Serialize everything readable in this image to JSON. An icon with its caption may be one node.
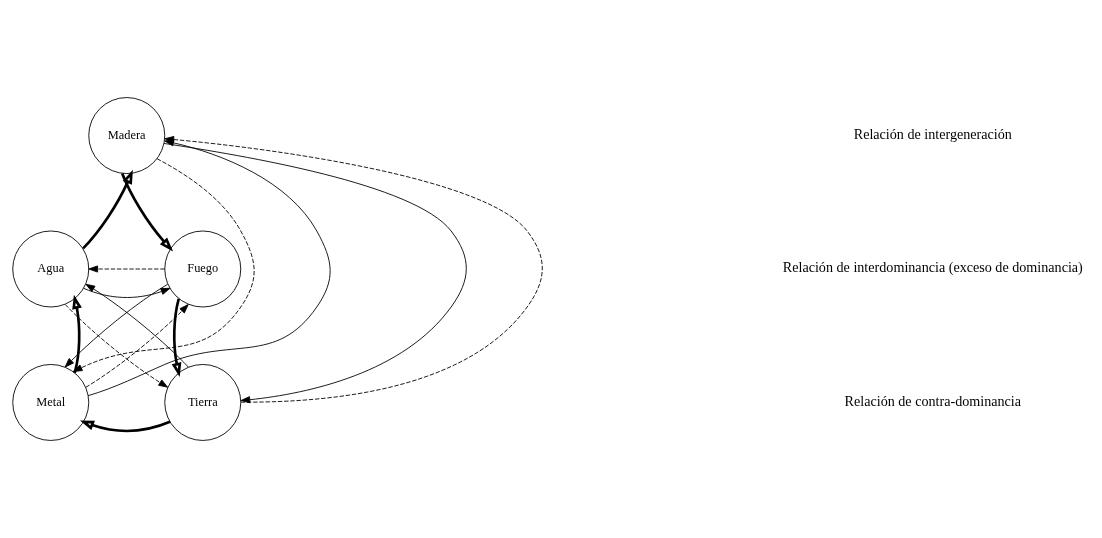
{
  "diagram": {
    "nodes": [
      {
        "text": [
          "Madera"
        ]
      },
      {
        "text": [
          "Agua"
        ]
      },
      {
        "text": [
          "Fuego"
        ]
      },
      {
        "text": [
          "Metal"
        ]
      },
      {
        "text": [
          "Tierra"
        ]
      }
    ],
    "edges": [
      {
        "from": 1,
        "to": 0,
        "arrow": "to",
        "style": "thick"
      },
      {
        "from": 0,
        "to": 2,
        "arrow": "to",
        "style": "thick"
      },
      {
        "from": 2,
        "to": 4,
        "arrow": "to",
        "style": "thick"
      },
      {
        "from": 4,
        "to": 3,
        "arrow": "to",
        "style": "thick"
      },
      {
        "from": 3,
        "to": 1,
        "arrow": "to",
        "style": "thick"
      },
      {
        "from": 1,
        "to": 2,
        "arrow": "to"
      },
      {
        "from": 3,
        "to": 0,
        "arrow": "to"
      },
      {
        "from": 0,
        "to": 4,
        "arrow": "to"
      },
      {
        "from": 2,
        "to": 3,
        "arrow": "to"
      },
      {
        "from": 4,
        "to": 1,
        "arrow": "to"
      },
      {
        "from": 2,
        "to": 1,
        "arrow": "to",
        "style": "dashed"
      },
      {
        "from": 4,
        "to": 0,
        "arrow": "to",
        "style": "dashed"
      },
      {
        "from": 0,
        "to": 3,
        "arrow": "to",
        "style": "dashed"
      },
      {
        "from": 3,
        "to": 2,
        "arrow": "to",
        "style": "dashed"
      },
      {
        "from": 1,
        "to": 4,
        "arrow": "to",
        "style": "dashed"
      }
    ],
    "legend": [
      {
        "text": "Relación de intergeneración"
      },
      {
        "text": "Relación de interdominancia (exceso de dominancia)"
      },
      {
        "text": "Relación de contra-dominancia"
      }
    ]
  }
}
